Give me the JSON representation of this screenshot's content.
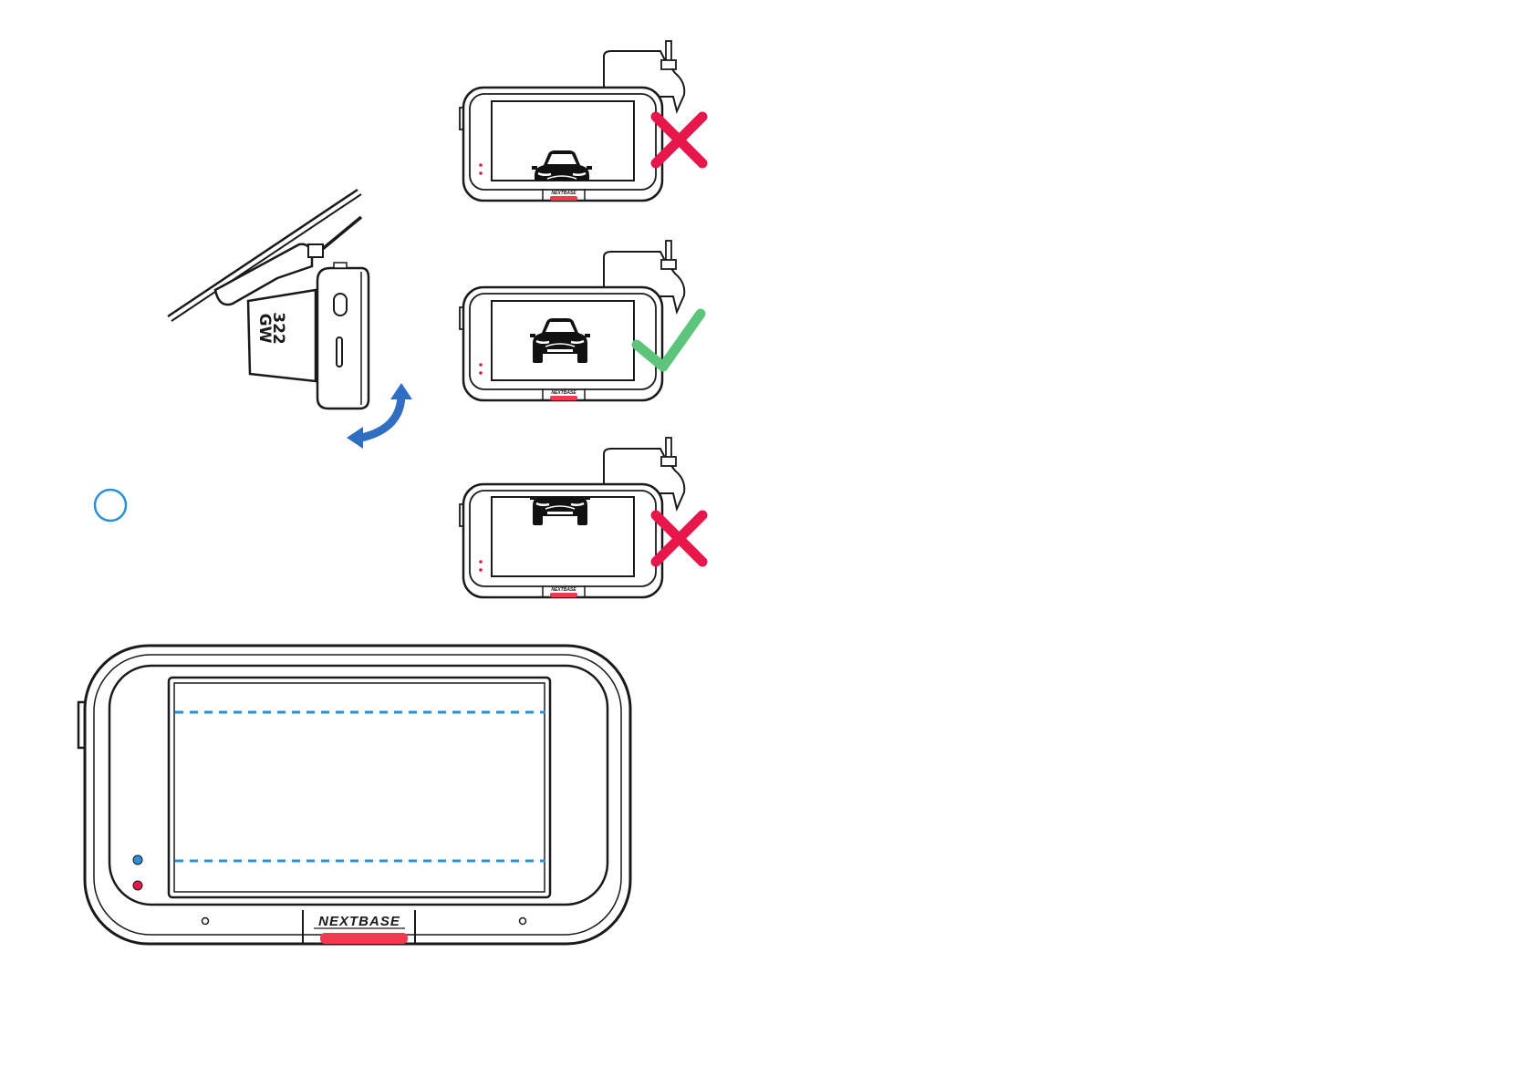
{
  "camera": {
    "brand": "NEXTBASE",
    "model_line1": "322",
    "model_line2": "GW"
  },
  "colors": {
    "outline": "#1a1a1a",
    "wrong_mark": "#e8174b",
    "correct_mark": "#5dc47c",
    "adjust_arrow": "#2f6ec3",
    "guide_line": "#2a8fd6",
    "power_led": "#2a8fd6",
    "record_led": "#e8174b",
    "record_button": "#ef3a4f",
    "step_circle": "#2a8fd6"
  },
  "icons": {
    "wrong": "cross-mark-icon",
    "correct": "check-mark-icon",
    "adjust": "curved-double-arrow-icon",
    "car": "car-front-icon"
  },
  "previews": [
    {
      "car_view": "car-low-in-frame",
      "verdict": "wrong"
    },
    {
      "car_view": "car-centered",
      "verdict": "correct"
    },
    {
      "car_view": "car-high-in-frame",
      "verdict": "wrong"
    }
  ]
}
